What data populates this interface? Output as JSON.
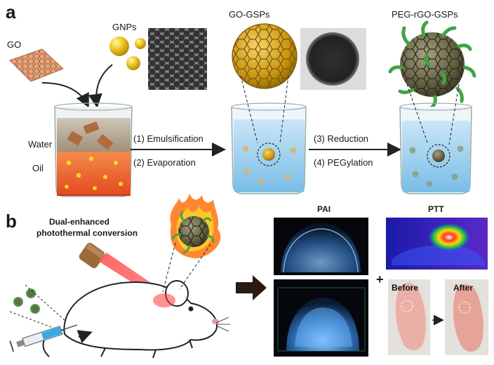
{
  "panel_a": {
    "label": "a",
    "go_label": "GO",
    "gnps_label": "GNPs",
    "go_gsps_label": "GO-GSPs",
    "peg_label": "PEG-rGO-GSPs",
    "water_label": "Water",
    "oil_label": "Oil",
    "step1": "(1)  Emulsification",
    "step2": "(2)  Evaporation",
    "step3": "(3)  Reduction",
    "step4": "(4)  PEGylation"
  },
  "panel_b": {
    "label": "b",
    "caption_line1": "Dual-enhanced",
    "caption_line2": "photothermal conversion",
    "pai_label": "PAI",
    "ptt_label": "PTT",
    "plus": "+",
    "before_label": "Before",
    "after_label": "After"
  },
  "colors": {
    "go_sheet": "#d98a5a",
    "gold": "#e8c23a",
    "water": "#a9d4ef",
    "oil": "#f0703a",
    "laser": "#e0202a",
    "peg": "#3fa545"
  }
}
